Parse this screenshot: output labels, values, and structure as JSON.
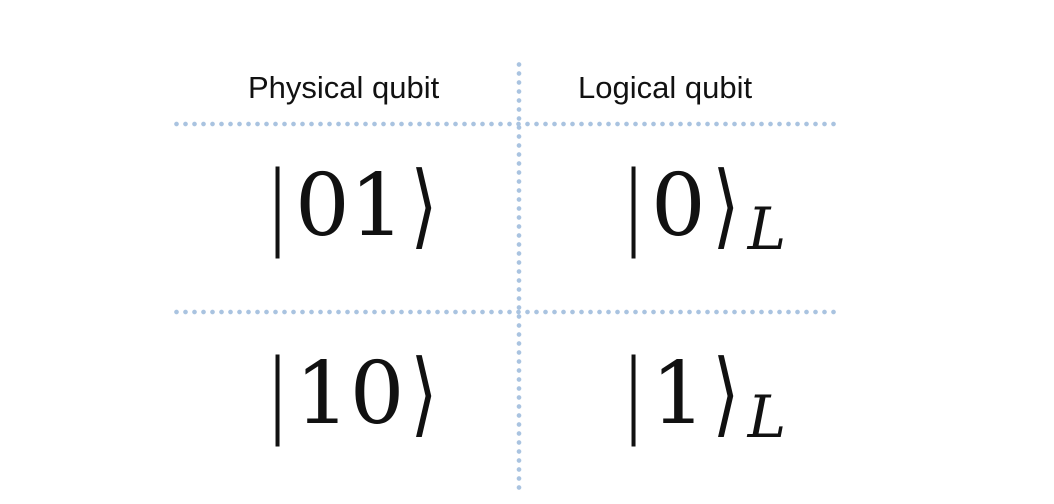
{
  "headers": {
    "physical": "Physical qubit",
    "logical": "Logical qubit"
  },
  "rows": [
    {
      "physical": "01",
      "logical": "0",
      "logical_subscript": "L"
    },
    {
      "physical": "10",
      "logical": "1",
      "logical_subscript": "L"
    }
  ],
  "colors": {
    "grid_line": "#a9c3e0",
    "text": "#111111"
  }
}
